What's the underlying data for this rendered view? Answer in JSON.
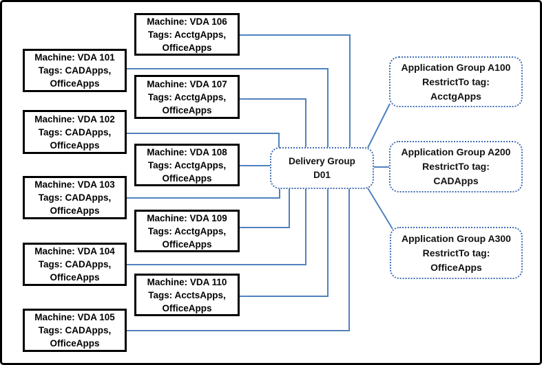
{
  "machines": [
    {
      "line1": "Machine: VDA 101",
      "line2": "Tags: CADApps,",
      "line3": "OfficeApps"
    },
    {
      "line1": "Machine: VDA 102",
      "line2": "Tags: CADApps,",
      "line3": "OfficeApps"
    },
    {
      "line1": "Machine: VDA 103",
      "line2": "Tags: CADApps,",
      "line3": "OfficeApps"
    },
    {
      "line1": "Machine: VDA 104",
      "line2": "Tags: CADApps,",
      "line3": "OfficeApps"
    },
    {
      "line1": "Machine: VDA 105",
      "line2": "Tags: CADApps,",
      "line3": "OfficeApps"
    },
    {
      "line1": "Machine: VDA 106",
      "line2": "Tags: AcctgApps,",
      "line3": "OfficeApps"
    },
    {
      "line1": "Machine: VDA 107",
      "line2": "Tags: AcctgApps,",
      "line3": "OfficeApps"
    },
    {
      "line1": "Machine: VDA 108",
      "line2": "Tags: AcctgApps,",
      "line3": "OfficeApps"
    },
    {
      "line1": "Machine: VDA 109",
      "line2": "Tags: AcctgApps,",
      "line3": "OfficeApps"
    },
    {
      "line1": "Machine: VDA 110",
      "line2": "Tags: AcctsApps,",
      "line3": "OfficeApps"
    }
  ],
  "delivery_group": {
    "line1": "Delivery Group",
    "line2": "D01"
  },
  "application_groups": [
    {
      "line1": "Application Group A100",
      "line2": "RestrictTo tag:",
      "line3": "AcctgApps"
    },
    {
      "line1": "Application Group A200",
      "line2": "RestrictTo tag:",
      "line3": "CADApps"
    },
    {
      "line1": "Application Group A300",
      "line2": "RestrictTo tag:",
      "line3": "OfficeApps"
    }
  ],
  "colors": {
    "connector_blue": "#4f81bd",
    "dotted_border_blue": "#3f6cb5",
    "machine_box_border": "#000000",
    "text": "#000000",
    "background": "#ffffff"
  }
}
